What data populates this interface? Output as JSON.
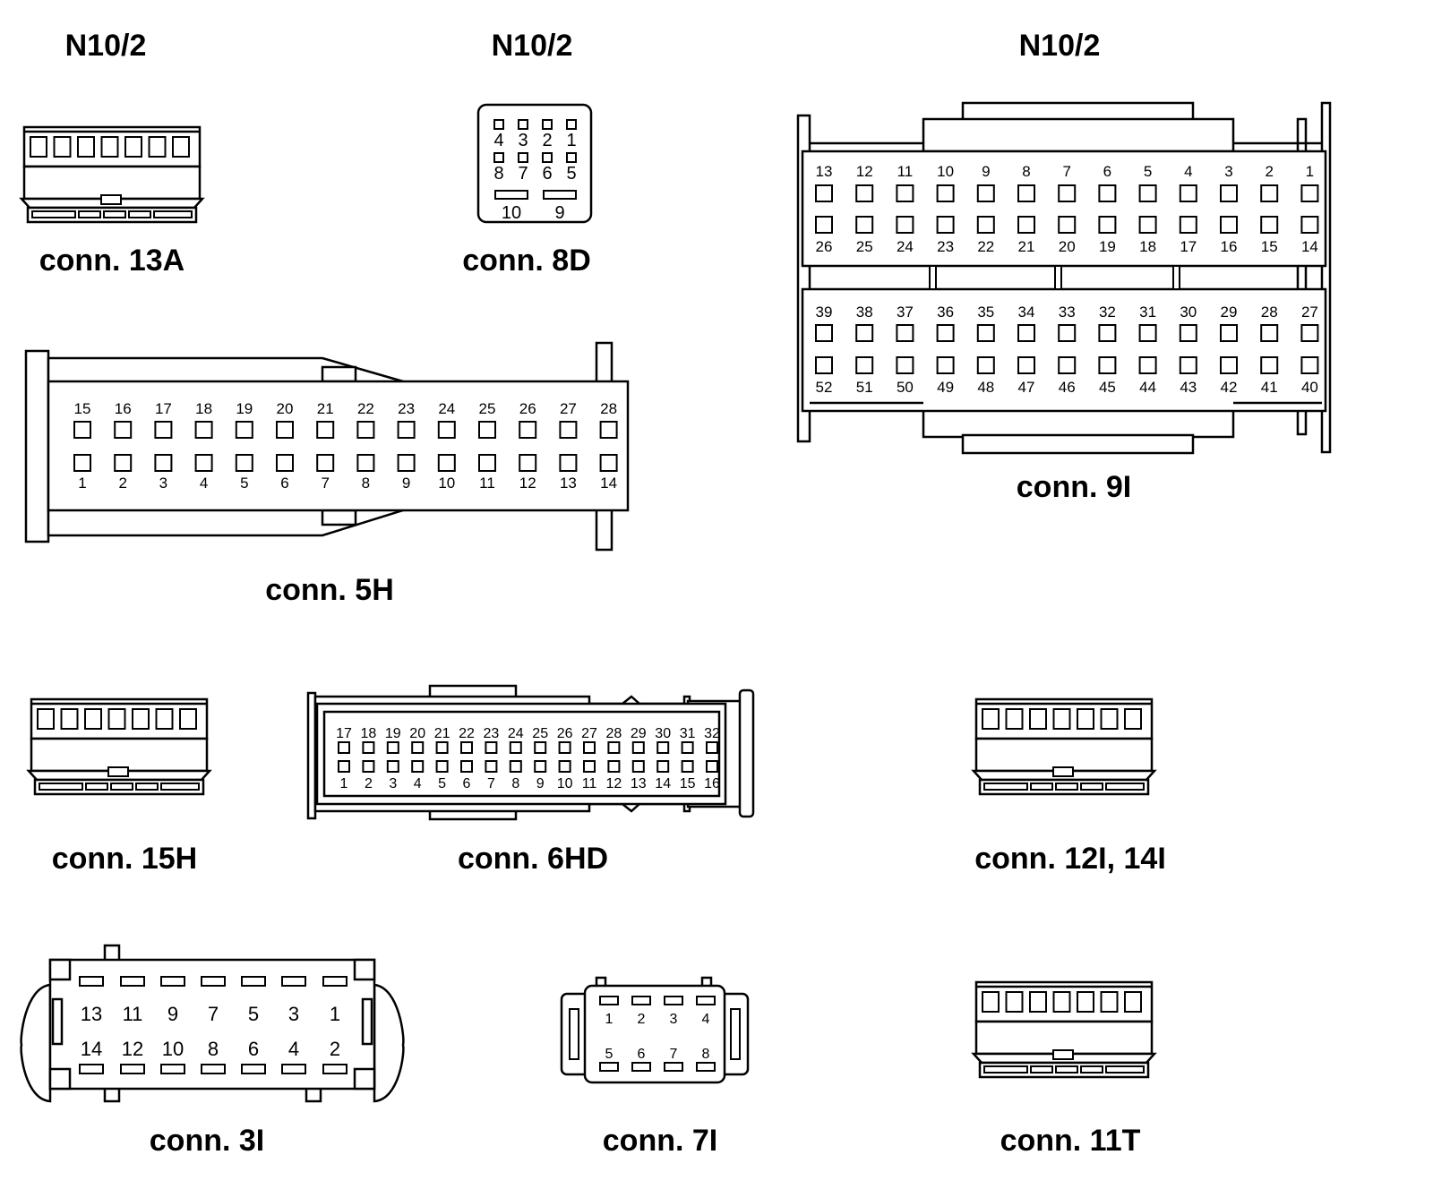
{
  "headers": [
    "N10/2",
    "N10/2",
    "N10/2"
  ],
  "connectors": {
    "c13A": {
      "label": "conn. 13A"
    },
    "c8D": {
      "label": "conn. 8D",
      "row1": [
        "4",
        "3",
        "2",
        "1"
      ],
      "row2": [
        "8",
        "7",
        "6",
        "5"
      ],
      "row3": [
        "10",
        "9"
      ]
    },
    "c9I": {
      "label": "conn. 9I",
      "r1": [
        "13",
        "12",
        "11",
        "10",
        "9",
        "8",
        "7",
        "6",
        "5",
        "4",
        "3",
        "2",
        "1"
      ],
      "r2": [
        "26",
        "25",
        "24",
        "23",
        "22",
        "21",
        "20",
        "19",
        "18",
        "17",
        "16",
        "15",
        "14"
      ],
      "r3": [
        "39",
        "38",
        "37",
        "36",
        "35",
        "34",
        "33",
        "32",
        "31",
        "30",
        "29",
        "28",
        "27"
      ],
      "r4": [
        "52",
        "51",
        "50",
        "49",
        "48",
        "47",
        "46",
        "45",
        "44",
        "43",
        "42",
        "41",
        "40"
      ]
    },
    "c5H": {
      "label": "conn. 5H",
      "top": [
        "15",
        "16",
        "17",
        "18",
        "19",
        "20",
        "21",
        "22",
        "23",
        "24",
        "25",
        "26",
        "27",
        "28"
      ],
      "bottom": [
        "1",
        "2",
        "3",
        "4",
        "5",
        "6",
        "7",
        "8",
        "9",
        "10",
        "11",
        "12",
        "13",
        "14"
      ]
    },
    "c15H": {
      "label": "conn. 15H"
    },
    "c6HD": {
      "label": "conn. 6HD",
      "top": [
        "17",
        "18",
        "19",
        "20",
        "21",
        "22",
        "23",
        "24",
        "25",
        "26",
        "27",
        "28",
        "29",
        "30",
        "31",
        "32"
      ],
      "bottom": [
        "1",
        "2",
        "3",
        "4",
        "5",
        "6",
        "7",
        "8",
        "9",
        "10",
        "11",
        "12",
        "13",
        "14",
        "15",
        "16"
      ]
    },
    "c12I14I": {
      "label": "conn. 12I, 14I"
    },
    "c3I": {
      "label": "conn. 3I",
      "top": [
        "13",
        "11",
        "9",
        "7",
        "5",
        "3",
        "1"
      ],
      "bottom": [
        "14",
        "12",
        "10",
        "8",
        "6",
        "4",
        "2"
      ]
    },
    "c7I": {
      "label": "conn. 7I",
      "top": [
        "1",
        "2",
        "3",
        "4"
      ],
      "bottom": [
        "5",
        "6",
        "7",
        "8"
      ]
    },
    "c11T": {
      "label": "conn. 11T"
    }
  }
}
